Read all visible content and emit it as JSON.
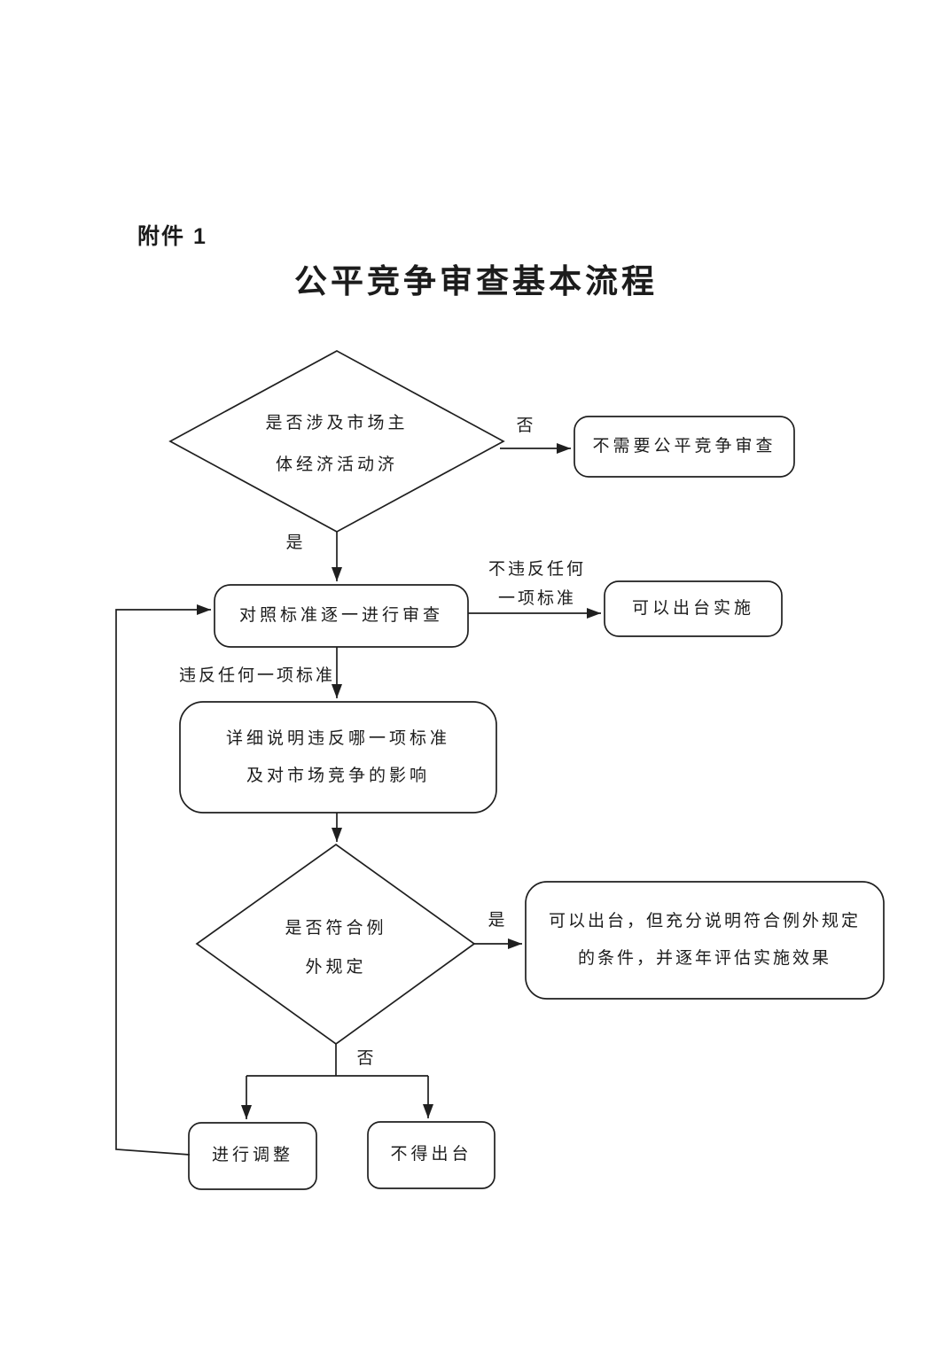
{
  "page": {
    "attachment_label": "附件 1",
    "title": "公平竞争审查基本流程"
  },
  "flowchart": {
    "decision_market_activity": {
      "line1": "是否涉及市场主",
      "line2": "体经济活动济"
    },
    "edge_no_1": "否",
    "edge_yes_1": "是",
    "node_no_review": "不需要公平竞争审查",
    "node_review": "对照标准逐一进行审查",
    "edge_not_violate": {
      "line1": "不违反任何",
      "line2": "一项标准"
    },
    "node_implement": "可以出台实施",
    "edge_violate": "违反任何一项标准",
    "node_explain": {
      "line1": "详细说明违反哪一项标准",
      "line2": "及对市场竞争的影响"
    },
    "decision_exception": {
      "line1": "是否符合例",
      "line2": "外规定"
    },
    "edge_yes_2": "是",
    "node_exception_ok": {
      "line1": "可以出台，但充分说明符合例外规定",
      "line2": "的条件，并逐年评估实施效果"
    },
    "edge_no_2": "否",
    "node_adjust": "进行调整",
    "node_forbid": "不得出台"
  },
  "colors": {
    "line": "#1f1f1f",
    "background": "#ffffff",
    "text": "#1c1c1c"
  }
}
